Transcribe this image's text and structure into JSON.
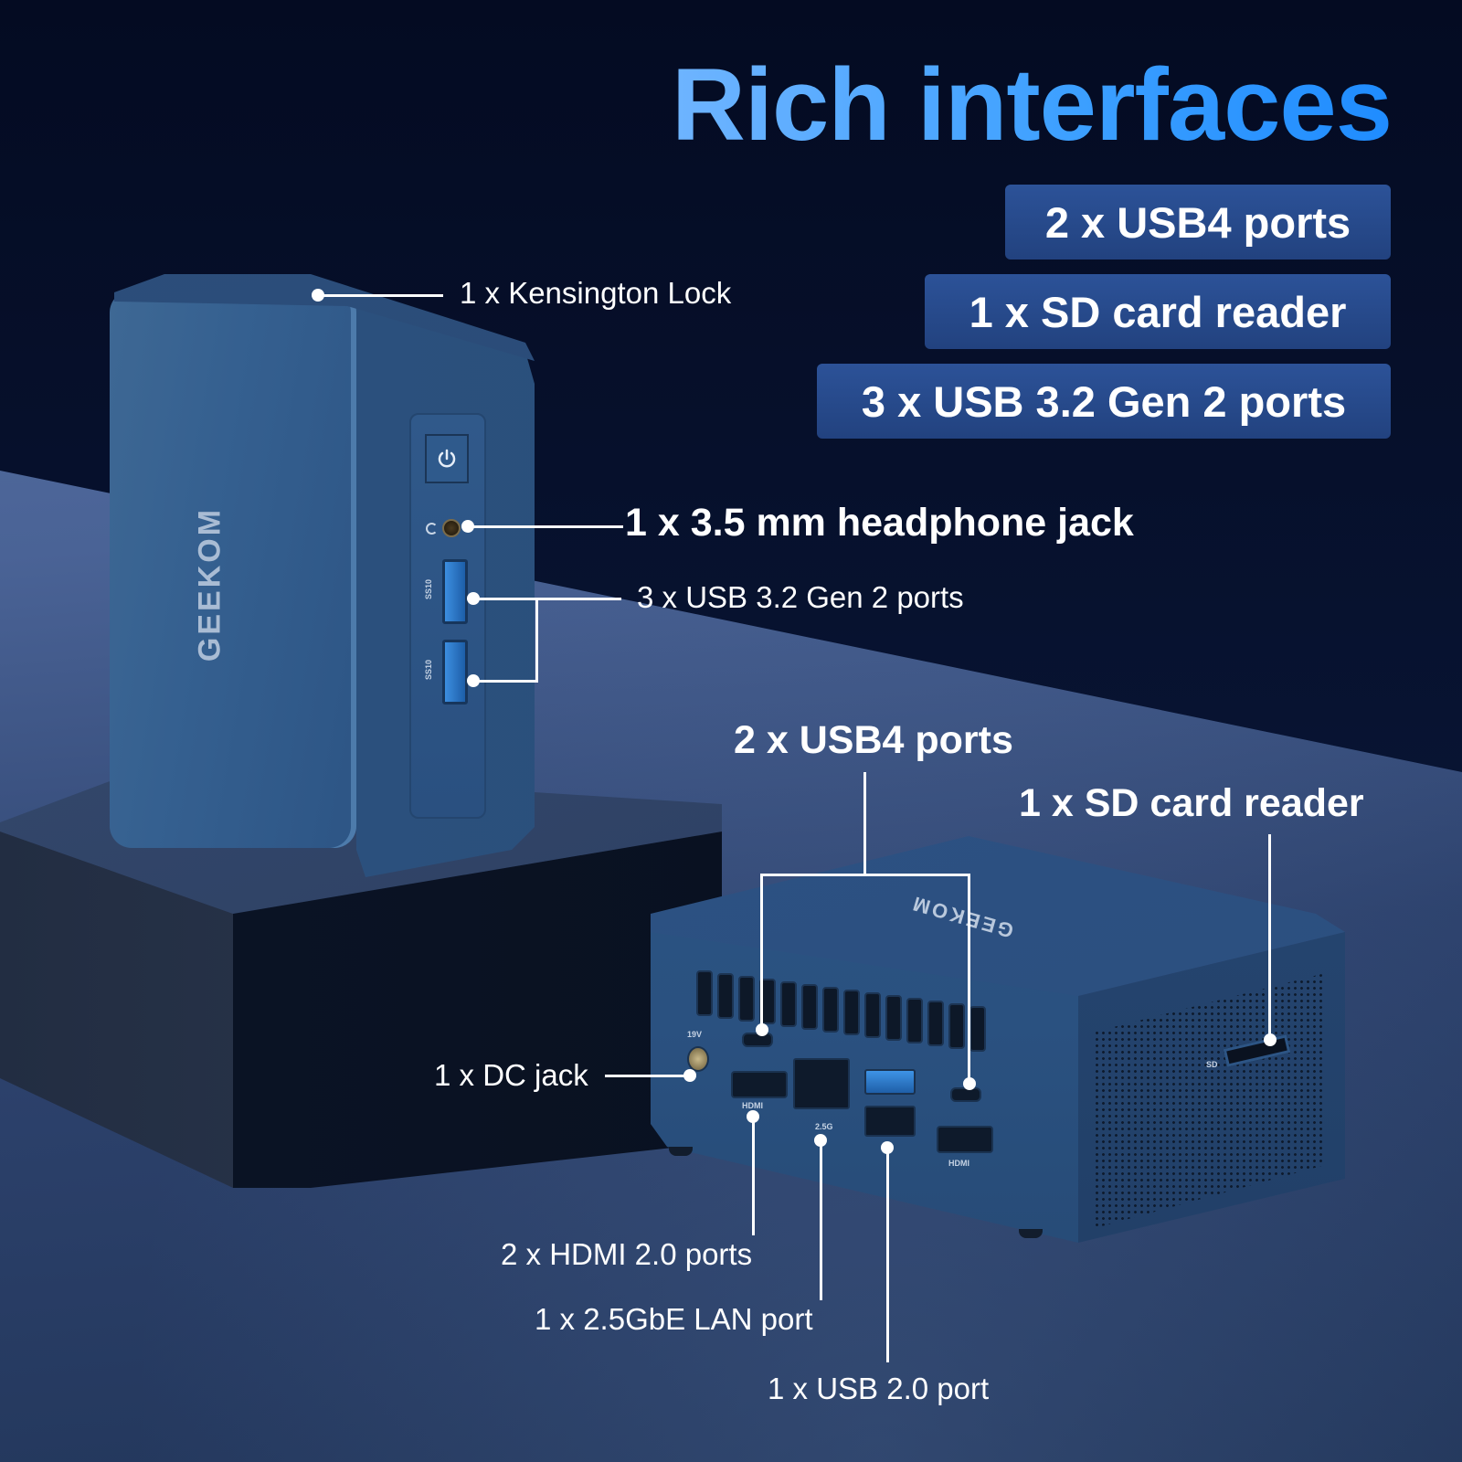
{
  "headline": "Rich interfaces",
  "badges": [
    {
      "label": "2 x USB4 ports"
    },
    {
      "label": "1 x SD card reader"
    },
    {
      "label": "3 x USB 3.2 Gen 2 ports"
    }
  ],
  "brand": "GEEKOM",
  "callouts": {
    "kensington": "1 x Kensington Lock",
    "headphone": "1 x 3.5 mm headphone jack",
    "usb32": "3 x USB 3.2 Gen 2 ports",
    "usb4": "2 x USB4 ports",
    "sd": "1 x SD card reader",
    "dc": "1 x DC jack",
    "hdmi": "2 x HDMI 2.0 ports",
    "lan": "1 x 2.5GbE LAN port",
    "usb20": "1 x USB 2.0 port"
  },
  "port_markings": {
    "hdmi": "HDMI",
    "lan_speed": "2.5G",
    "dc_voltage": "19V",
    "usb_ss": "SS10",
    "sd": "SD"
  },
  "colors": {
    "headline_gradient_start": "#6eb4ff",
    "headline_gradient_end": "#1f8cff",
    "badge_bg": "#2a4f93",
    "background_dark": "#040b22",
    "floor": "#4e6699",
    "device_body": "#2f5a8a"
  }
}
